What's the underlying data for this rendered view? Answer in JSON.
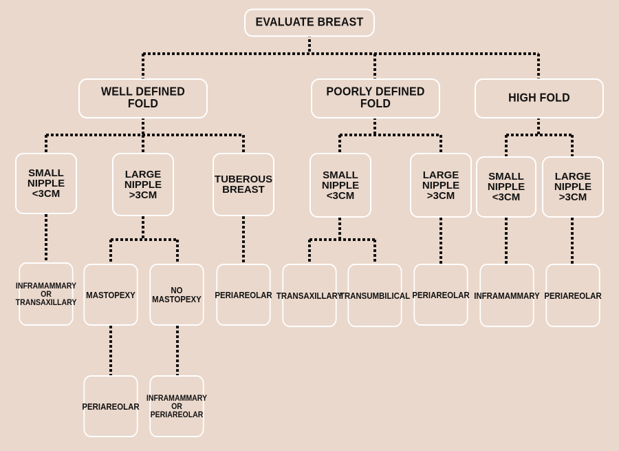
{
  "colors": {
    "background": "#ead8cc",
    "box_border": "#ffffff",
    "line": "#111111",
    "text": "#111111"
  },
  "nodes": {
    "root": "EVALUATE BREAST",
    "well_defined": "WELL DEFINED\nFOLD",
    "poorly_defined": "POORLY DEFINED\nFOLD",
    "high_fold": "HIGH FOLD",
    "wd_small": "SMALL\nNIPPLE\n<3CM",
    "wd_large": "LARGE\nNIPPLE\n>3CM",
    "wd_tuberous": "TUBEROUS\nBREAST",
    "pd_small": "SMALL\nNIPPLE\n<3CM",
    "pd_large": "LARGE\nNIPPLE\n>3CM",
    "hf_small": "SMALL\nNIPPLE\n<3CM",
    "hf_large": "LARGE\nNIPPLE\n>3CM",
    "wd_small_result": "INFRAMAMMARY\nOR\nTRANSAXILLARY",
    "wd_large_mastopexy": "MASTOPEXY",
    "wd_large_no_mastopexy": "NO\nMASTOPEXY",
    "wd_tuberous_result": "PERIAREOLAR",
    "pd_small_transaxillary": "TRANSAXILLARY",
    "pd_small_transumbilical": "TRANSUMBILICAL",
    "pd_large_result": "PERIAREOLAR",
    "hf_small_result": "INFRAMAMMARY",
    "hf_large_result": "PERIAREOLAR",
    "mastopexy_result": "PERIAREOLAR",
    "no_mastopexy_result": "INFRAMAMMARY\nOR\nPERIAREOLAR"
  }
}
